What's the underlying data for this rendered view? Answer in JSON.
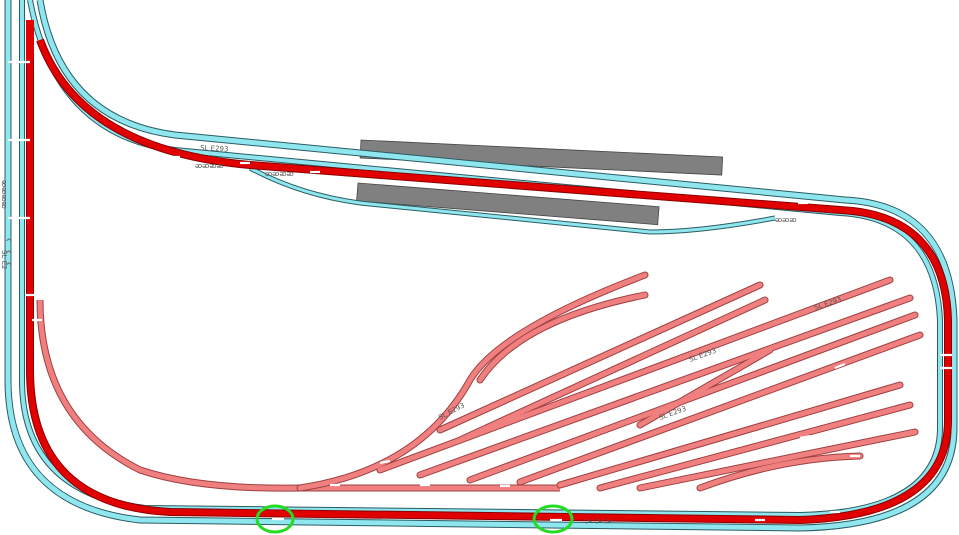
{
  "layout": {
    "name": "track-plan",
    "colors": {
      "background": "#ffffff",
      "outer_loop": "#8fe6ee",
      "outer_loop_edge": "#2a5c63",
      "main_loop": "#e00000",
      "yard": "#f08080",
      "platform": "#808080",
      "marker": "#22dd22",
      "sleeper_text": "#666666"
    },
    "markers": [
      {
        "name": "train-position-marker-left",
        "label": ""
      },
      {
        "name": "train-position-marker-right",
        "label": ""
      }
    ],
    "direction_arrows": [
      ">",
      ">",
      ">"
    ],
    "side_arrows": [
      "^",
      "^",
      "^"
    ]
  }
}
